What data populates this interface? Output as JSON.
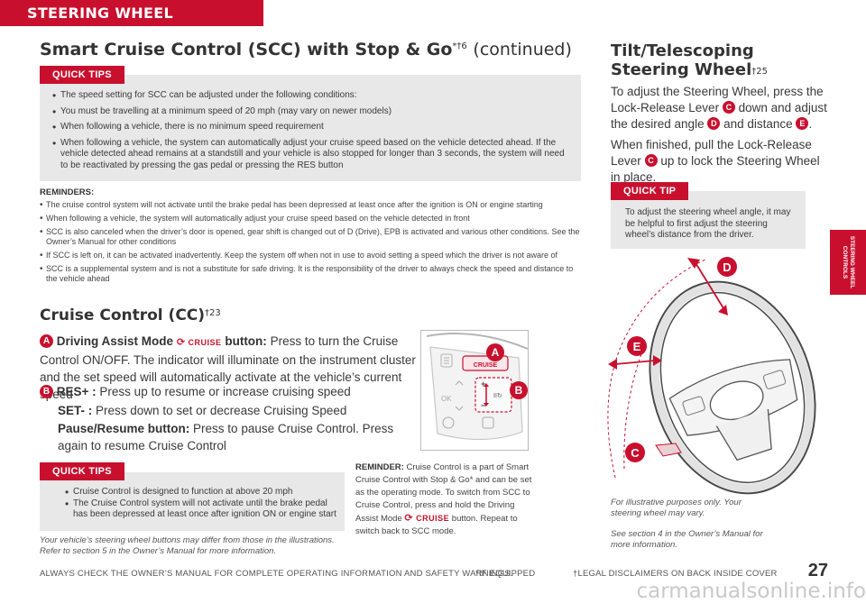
{
  "header": {
    "section_title": "STEERING WHEEL CONTROLS"
  },
  "side_tab": {
    "label": "STEERING WHEEL\nCONTROLS"
  },
  "scc": {
    "title_main": "Smart Cruise Control (SCC) with Stop & Go",
    "title_sup": "*†6",
    "title_suffix": "(continued)",
    "quick_tips_label": "QUICK TIPS",
    "tips": [
      "The speed setting for SCC can be adjusted under the following conditions:",
      "You must be travelling at a minimum speed of 20 mph (may vary on newer models)",
      "When following a vehicle, there is no minimum speed requirement",
      "When following a vehicle, the system can automatically adjust your cruise speed based on the vehicle detected ahead. If the vehicle detected ahead remains at a standstill and your vehicle is also stopped for longer than 3 seconds, the system will need to be reactivated by pressing the gas pedal or pressing the RES button"
    ],
    "reminders_title": "REMINDERS:",
    "reminders": [
      "The cruise control system will not activate until the brake pedal has been depressed at least once after the ignition is ON or engine starting",
      "When following a vehicle, the system will automatically adjust your cruise speed based on the vehicle detected in front",
      "SCC is also canceled when the driver’s door is opened, gear shift is changed out of D (Drive), EPB is activated and various other conditions. See the Owner’s Manual for other conditions",
      "If SCC is left on, it can be activated inadvertently. Keep the system off when not in use to avoid setting a speed which the driver is not aware of",
      "SCC is a supplemental system and is not a substitute for safe driving. It is the responsibility of the driver to always check the speed and distance to the vehicle ahead"
    ]
  },
  "cc": {
    "title": "Cruise Control (CC)",
    "title_sup": "†23",
    "item_a": {
      "badge": "A",
      "label": "Driving Assist Mode",
      "cruise_word": "CRUISE",
      "label_suffix": "button:",
      "text": "Press to turn the Cruise Control ON/OFF. The indicator will illuminate on the instrument cluster and the set speed will automatically activate at the vehicle’s current speed"
    },
    "item_b": {
      "badge": "B",
      "res_label": "RES+ :",
      "res_text": "Press up to resume or increase cruising speed",
      "set_label": "SET- :",
      "set_text": "Press down to set or decrease Cruising Speed",
      "pause_label": "Pause/Resume button:",
      "pause_text": "Press to pause Cruise Control. Press again to resume Cruise Control"
    },
    "quick_tips_label": "QUICK TIPS",
    "tips": [
      "Cruise Control is designed to function at above 20 mph",
      "The Cruise Control system will not activate until the brake pedal has been depressed at least once after ignition ON or engine start"
    ],
    "reminder_title": "REMINDER:",
    "reminder_text_1": "Cruise Control is a part of Smart Cruise Control with Stop & Go* and can be set as the operating mode. To switch from SCC to Cruise Control, press and hold the Driving Assist Mode",
    "reminder_cruise_word": "CRUISE",
    "reminder_text_2": "button. Repeat to switch back to SCC mode.",
    "illustration_note": "Your vehicle’s steering wheel buttons may differ from those in the illustrations. Refer to section 5 in the Owner’s Manual for more information.",
    "diagram": {
      "callout_a": "A",
      "callout_b": "B",
      "ok_label": "OK",
      "button_cruise": "CRUISE"
    }
  },
  "tilt": {
    "title_line1": "Tilt/Telescoping",
    "title_line2": "Steering Wheel",
    "title_sup": "†25",
    "para1_a": "To adjust the Steering Wheel, press the Lock-Release Lever",
    "para1_badge_c": "C",
    "para1_b": "down and adjust the desired angle",
    "para1_badge_d": "D",
    "para1_c": "and distance",
    "para1_badge_e": "E",
    "para1_d": ".",
    "para2_a": "When finished, pull the Lock-Release Lever",
    "para2_badge_c": "C",
    "para2_b": "up to lock the Steering Wheel in place.",
    "quick_tip_label": "QUICK TIP",
    "quick_tip": "To adjust the steering wheel angle, it may be helpful to first adjust the steering wheel’s distance from the driver.",
    "diagram": {
      "callout_c": "C",
      "callout_d": "D",
      "callout_e": "E"
    },
    "note_1": "For illustrative purposes only. Your steering wheel may vary.",
    "note_2": "See section 4 in the Owner’s Manual for more information."
  },
  "footer": {
    "warning": "ALWAYS CHECK THE OWNER’S MANUAL FOR COMPLETE OPERATING INFORMATION AND SAFETY WARNINGS.",
    "if_equipped": "*IF EQUIPPED",
    "legal": "†LEGAL DISCLAIMERS ON BACK INSIDE COVER",
    "page_number": "27"
  },
  "watermark": "carmanualsonline.info",
  "colors": {
    "brand_red": "#c8102e",
    "tip_gray": "#e8e8e8",
    "text": "#3a3a3a"
  }
}
